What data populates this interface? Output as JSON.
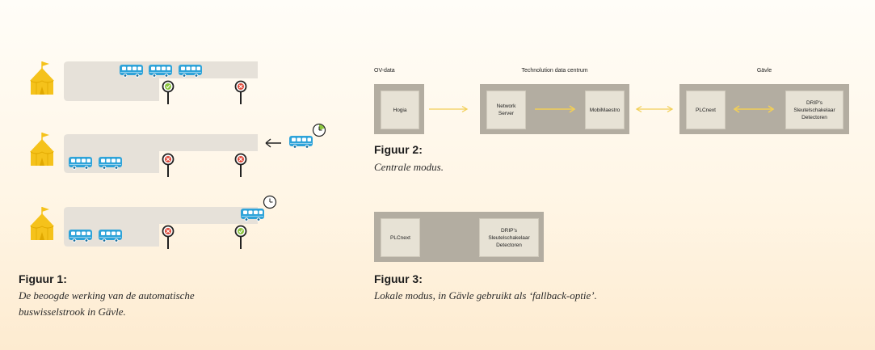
{
  "figure1": {
    "caption_title": "Figuur 1:",
    "caption_line1": "De beoogde werking van de automatische",
    "caption_line2": "buswisselstrook in Gävle.",
    "icons": [
      "tent-icon",
      "bus-icon",
      "traffic-sign-icon",
      "clock-icon",
      "arrow-left-icon"
    ],
    "colors": {
      "road": "#e6e1d9",
      "bus": "#2ea3d9",
      "tent": "#f5c21b",
      "go": "#8cc63f",
      "stop": "#e04a3a"
    }
  },
  "figure2": {
    "header_ov": "OV-data",
    "header_tdc": "Technolution data centrum",
    "header_gavle": "Gävle",
    "node_hogia": "Hogia",
    "node_network_server": "Network\nServer",
    "node_mobimaestro": "MobiMaestro",
    "node_plcnext": "PLCnext",
    "node_drip": "DRIP's\nSleutelschakelaar\nDetectoren",
    "caption_title": "Figuur 2:",
    "caption_text": "Centrale modus.",
    "colors": {
      "box": "#b3ada1",
      "node": "#e7e2d5",
      "arrow": "#f2cf57"
    }
  },
  "figure3": {
    "node_plcnext": "PLCnext",
    "node_drip": "DRIP's\nSleutelschakelaar\nDetectoren",
    "caption_title": "Figuur 3:",
    "caption_text": "Lokale modus, in Gävle gebruikt als ‘fallback-optie’."
  }
}
